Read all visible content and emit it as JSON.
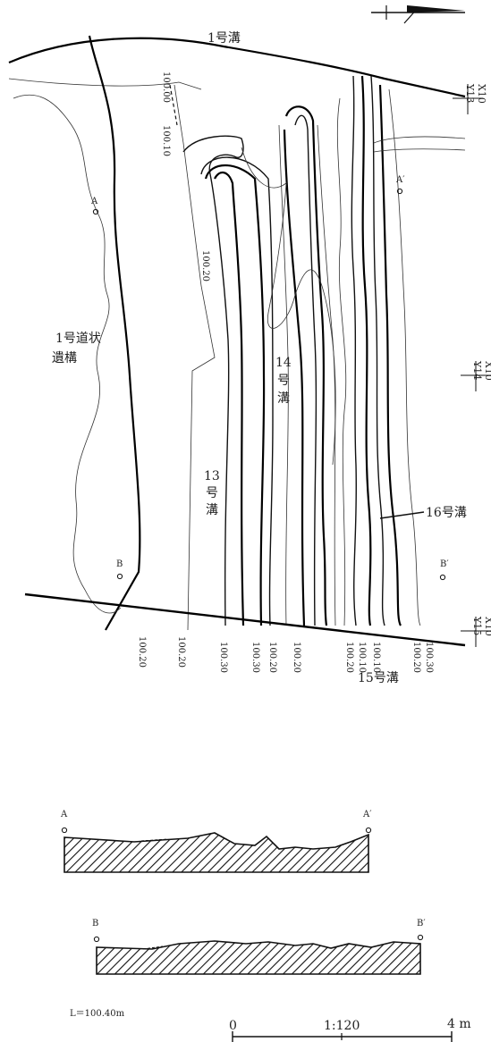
{
  "features": {
    "trench_1": "1号溝",
    "road_1_line1": "1号道状",
    "road_1_line2": "遺構",
    "trench_13_num": "13",
    "trench_13_a": "号",
    "trench_13_b": "溝",
    "trench_14_num": "14",
    "trench_14_a": "号",
    "trench_14_b": "溝",
    "trench_15": "15号溝",
    "trench_16": "16号溝"
  },
  "points": {
    "a": "A",
    "a_prime": "A′",
    "b": "B",
    "b_prime": "B′"
  },
  "grid": {
    "x10_top": "X10",
    "y13": "Y13",
    "x10_mid": "X10",
    "y14": "Y14",
    "x10_bot": "X10",
    "y15": "Y15"
  },
  "elevations_top": [
    "100.00",
    "100.10",
    "100.20"
  ],
  "elevations_bottom": [
    "100.20",
    "100.20",
    "100.30",
    "100.30",
    "100.20",
    "100.20",
    "100.20",
    "100.10",
    "100.10",
    "100.20",
    "100.30"
  ],
  "sections": {
    "a_left": "A",
    "a_right": "A′",
    "b_left": "B",
    "b_right": "B′"
  },
  "level": "L＝100.40m",
  "scale": {
    "zero": "0",
    "ratio": "1:120",
    "max": "4 m"
  }
}
